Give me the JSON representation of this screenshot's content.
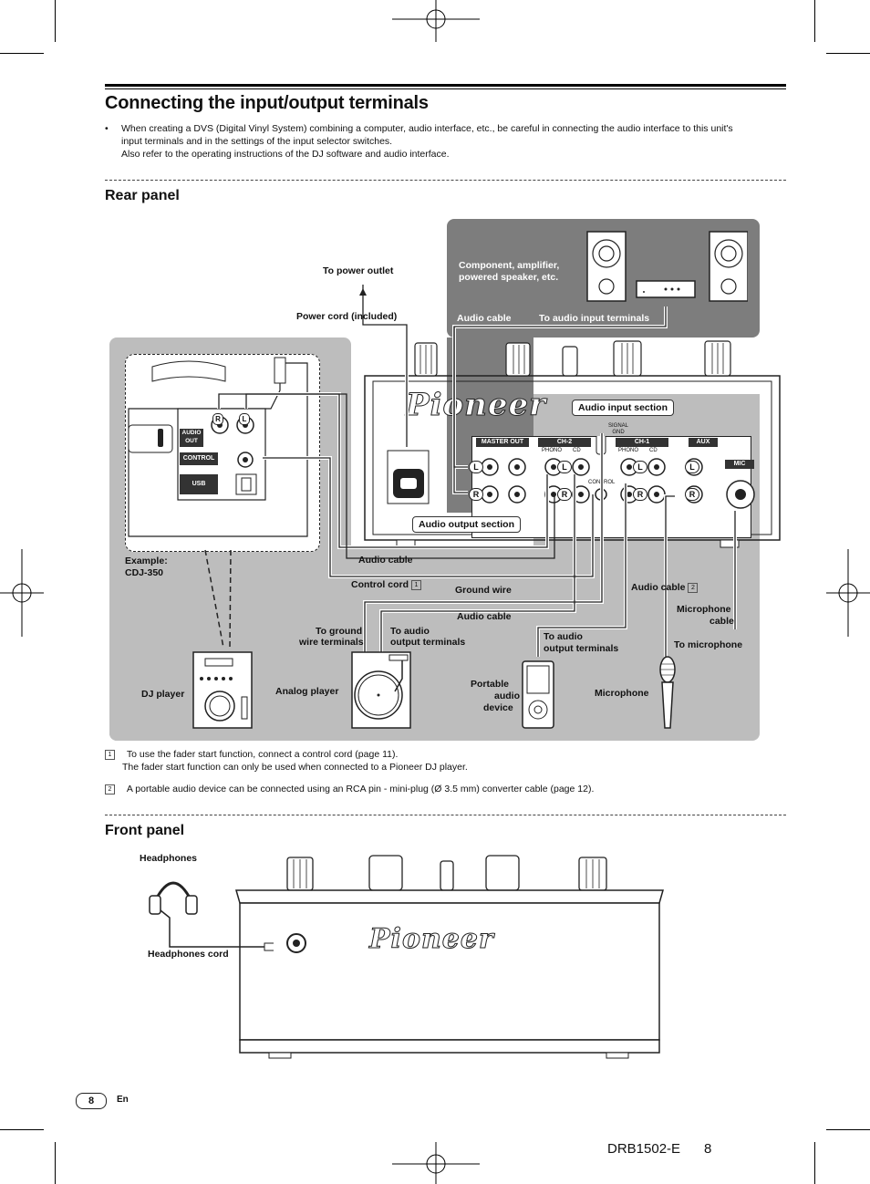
{
  "page_title": "Connecting the input/output terminals",
  "intro": {
    "bullet_line1": "When creating a DVS (Digital Vinyl System) combining a computer, audio interface, etc., be careful in connecting the audio interface to this unit's",
    "bullet_line2": "input terminals and in the settings of the input selector switches.",
    "bullet_line3": "Also refer to the operating instructions of the DJ software and audio interface."
  },
  "rear_panel": {
    "heading": "Rear panel",
    "labels": {
      "to_power_outlet": "To power outlet",
      "power_cord": "Power cord (included)",
      "component": "Component, amplifier,",
      "component2": "powered speaker, etc.",
      "audio_cable_top": "Audio cable",
      "to_audio_input": "To audio input terminals",
      "audio_input_section": "Audio input section",
      "audio_output_section": "Audio output section",
      "signal_gnd": "SIGNAL GND",
      "master_out": "MASTER OUT",
      "ch2": "CH-2",
      "ch1": "CH-1",
      "aux": "AUX",
      "mic": "MIC",
      "phono": "PHONO",
      "cd": "CD",
      "control": "CONTROL",
      "audio_out": "AUDIO OUT",
      "usb": "USB",
      "example": "Example:",
      "cdj": "CDJ-350",
      "audio_cable_1": "Audio cable",
      "control_cord": "Control cord",
      "ground_wire": "Ground wire",
      "audio_cable_2": "Audio cable",
      "audio_cable_3": "Audio cable",
      "microphone_cable": "Microphone",
      "microphone_cable2": "cable",
      "to_ground": "To ground",
      "to_ground2": "wire terminals",
      "to_audio_out": "To audio",
      "to_audio_out2": "output terminals",
      "to_audio_out_b": "To audio",
      "to_audio_out_b2": "output terminals",
      "to_microphone": "To microphone",
      "dj_player": "DJ player",
      "analog_player": "Analog player",
      "portable": "Portable",
      "portable2": "audio",
      "portable3": "device",
      "microphone": "Microphone",
      "L": "L",
      "R": "R",
      "n1": "1",
      "n2": "2"
    }
  },
  "footnotes": {
    "f1_num": "1",
    "f1_line1": "To use the fader start function, connect a control cord (page 11).",
    "f1_line2": "The fader start function can only be used when connected to a Pioneer DJ player.",
    "f2_num": "2",
    "f2_line1": "A portable audio device can be connected using an RCA pin - mini-plug (Ø 3.5 mm) converter cable (page 12)."
  },
  "front_panel": {
    "heading": "Front panel",
    "headphones": "Headphones",
    "headphones_cord": "Headphones cord"
  },
  "brand": "Pioneer",
  "footer": {
    "page_number": "8",
    "lang": "En",
    "doc_code": "DRB1502-E",
    "doc_page": "8"
  }
}
